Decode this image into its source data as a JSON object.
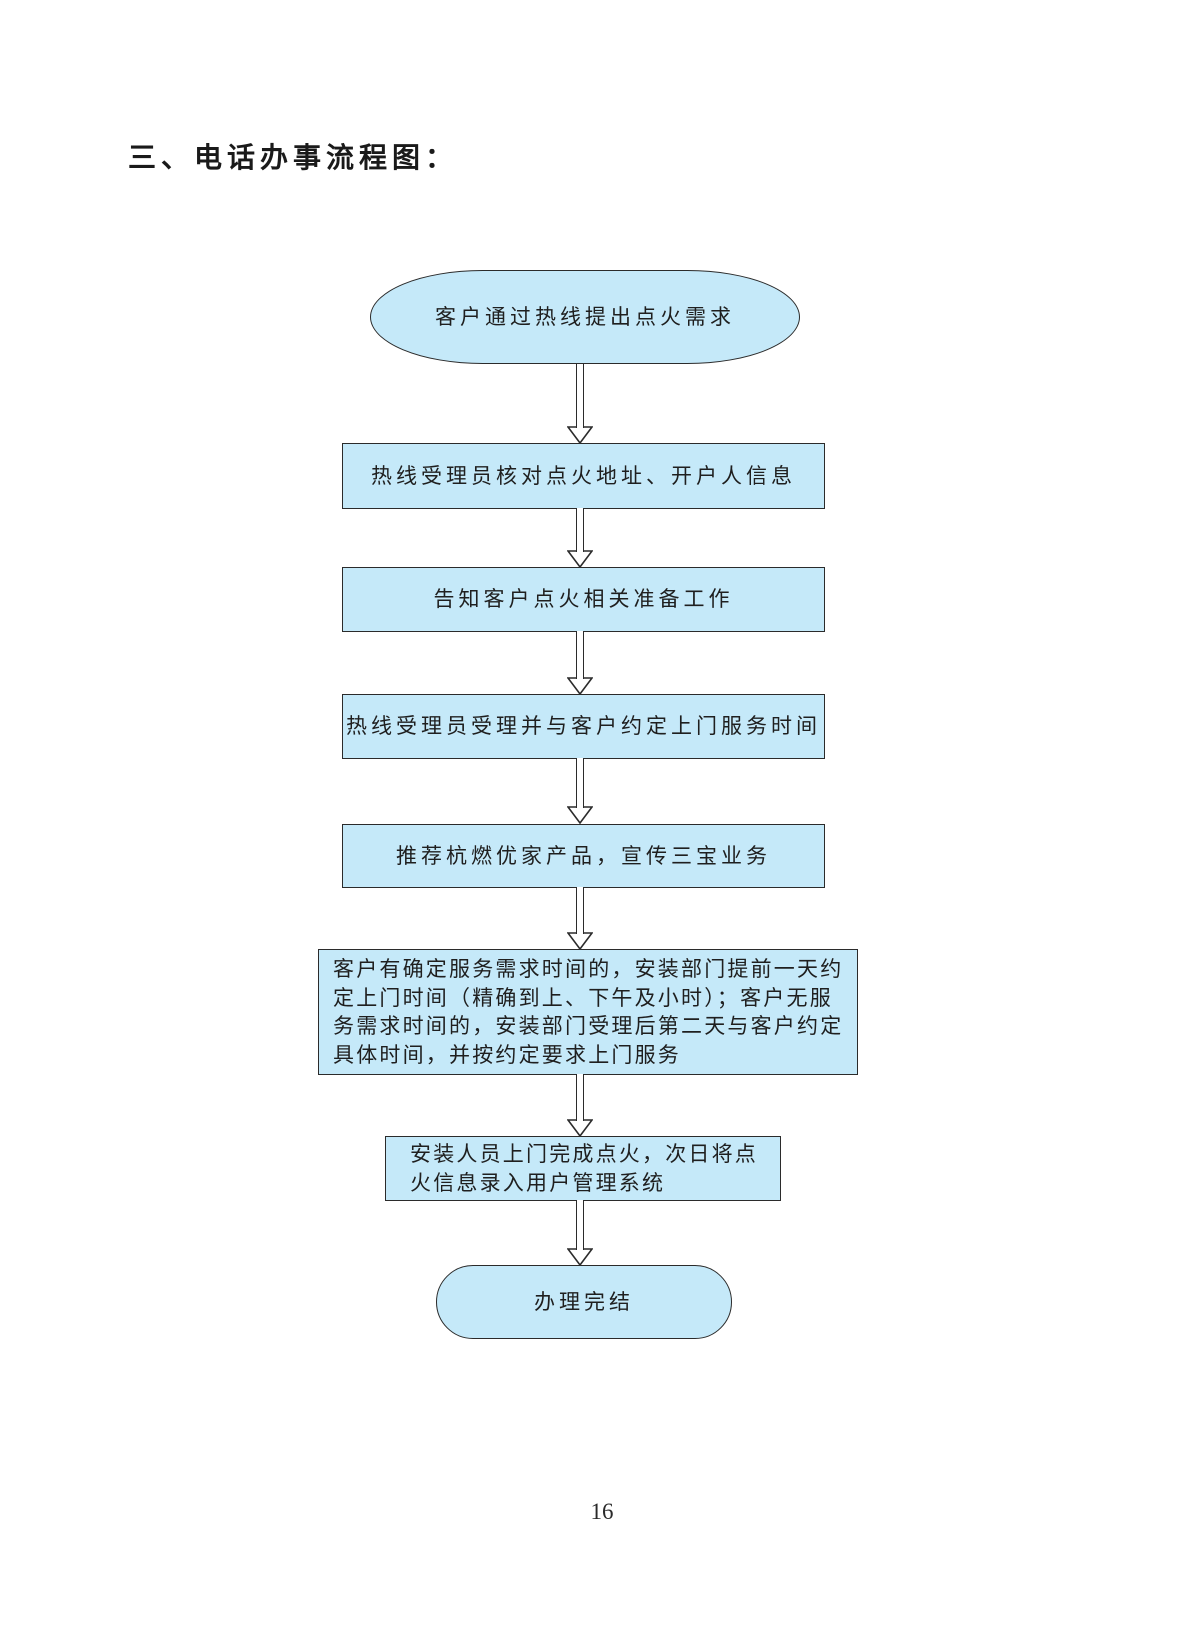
{
  "page": {
    "title": "三、电话办事流程图：",
    "page_number": "16"
  },
  "flowchart": {
    "node_fill": "#c5e9f9",
    "node_border": "#2b2b2b",
    "nodes": [
      {
        "type": "terminator",
        "label": "客户通过热线提出点火需求"
      },
      {
        "type": "process",
        "label": "热线受理员核对点火地址、开户人信息"
      },
      {
        "type": "process",
        "label": "告知客户点火相关准备工作"
      },
      {
        "type": "process",
        "label": "热线受理员受理并与客户约定上门服务时间"
      },
      {
        "type": "process",
        "label": "推荐杭燃优家产品，宣传三宝业务"
      },
      {
        "type": "process",
        "label": "客户有确定服务需求时间的，安装部门提前一天约\n定上门时间（精确到上、下午及小时）；客户无服\n务需求时间的，安装部门受理后第二天与客户约定\n具体时间，并按约定要求上门服务"
      },
      {
        "type": "process",
        "label": "安装人员上门完成点火，次日将点\n火信息录入用户管理系统"
      },
      {
        "type": "terminator",
        "label": "办理完结"
      }
    ]
  }
}
